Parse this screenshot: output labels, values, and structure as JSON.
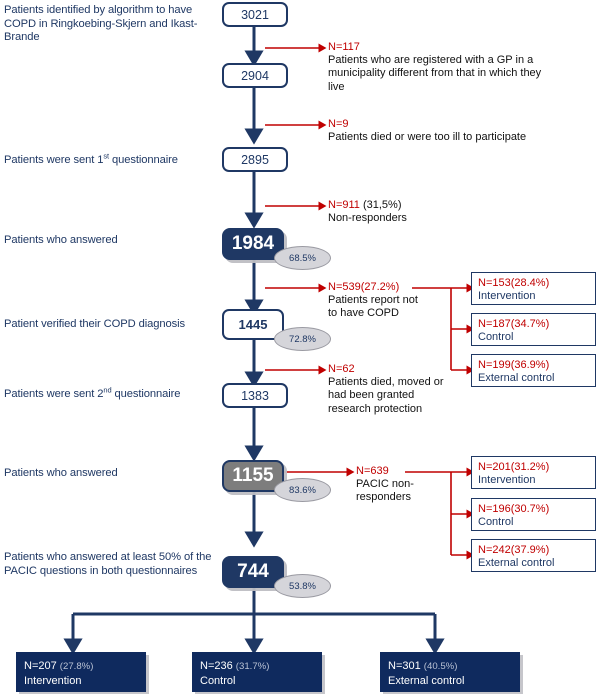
{
  "colors": {
    "navy": "#1f3864",
    "deep_navy": "#0f2a5e",
    "red": "#c00000",
    "gray_fill": "#7d7d7d",
    "badge_fill": "#d5d5da",
    "black": "#111111"
  },
  "left_labels": [
    {
      "id": "identified",
      "text": "Patients identified by algorithm to have COPD in Ringkoebing-Skjern and Ikast-Brande"
    },
    {
      "id": "sent-1st",
      "text": "Patients were sent 1st questionnaire",
      "pre": "Patients were sent 1",
      "sup": "st",
      "post": " questionnaire"
    },
    {
      "id": "answered-1",
      "text": "Patients who answered"
    },
    {
      "id": "verified",
      "text": "Patient verified their COPD diagnosis"
    },
    {
      "id": "sent-2nd",
      "text": "Patients were sent 2nd questionnaire",
      "pre": "Patients were sent 2",
      "sup": "nd",
      "post": " questionnaire"
    },
    {
      "id": "answered-2",
      "text": "Patients who answered"
    },
    {
      "id": "answered-50",
      "text": "Patients who answered at least 50% of the PACIC questions in both questionnaires"
    }
  ],
  "spine_boxes": [
    {
      "id": "box-3021",
      "value": "3021",
      "style": "outline"
    },
    {
      "id": "box-2904",
      "value": "2904",
      "style": "outline"
    },
    {
      "id": "box-2895",
      "value": "2895",
      "style": "outline"
    },
    {
      "id": "box-1984",
      "value": "1984",
      "style": "navy",
      "percent": "68.5%"
    },
    {
      "id": "box-1445",
      "value": "1445",
      "style": "outline-bold",
      "percent": "72.8%"
    },
    {
      "id": "box-1383",
      "value": "1383",
      "style": "outline"
    },
    {
      "id": "box-1155",
      "value": "1155",
      "style": "gray",
      "percent": "83.6%"
    },
    {
      "id": "box-744",
      "value": "744",
      "style": "navy",
      "percent": "53.8%"
    }
  ],
  "exclusions": [
    {
      "id": "excl-117",
      "n": "N=117",
      "pct": "",
      "desc": "Patients who are registered with a GP in a municipality different from that in which they live"
    },
    {
      "id": "excl-9",
      "n": "N=9",
      "pct": "",
      "desc": "Patients died or were too ill to participate"
    },
    {
      "id": "excl-911",
      "n": "N=911",
      "pct": " (31,5%)",
      "desc": "Non-responders"
    },
    {
      "id": "excl-539",
      "n": "N=539(27.2%)",
      "pct": "",
      "desc": "Patients report not to have COPD"
    },
    {
      "id": "excl-62",
      "n": "N=62",
      "pct": "",
      "desc": "Patients died, moved or had been granted research protection"
    },
    {
      "id": "excl-639",
      "n": "N=639",
      "pct": "",
      "desc": "PACIC non-responders"
    }
  ],
  "breakout_group_1": [
    {
      "id": "ob-153",
      "n": "N=153(28.4%)",
      "group": "Intervention"
    },
    {
      "id": "ob-187",
      "n": "N=187(34.7%)",
      "group": "Control"
    },
    {
      "id": "ob-199",
      "n": "N=199(36.9%)",
      "group": "External control"
    }
  ],
  "breakout_group_2": [
    {
      "id": "ob-201",
      "n": "N=201(31.2%)",
      "group": "Intervention"
    },
    {
      "id": "ob-196",
      "n": "N=196(30.7%)",
      "group": "Control"
    },
    {
      "id": "ob-242",
      "n": "N=242(37.9%)",
      "group": "External control"
    }
  ],
  "final_boxes": [
    {
      "id": "fb-207",
      "n": "N=207",
      "pct": "(27.8%)",
      "group": "Intervention"
    },
    {
      "id": "fb-236",
      "n": "N=236",
      "pct": "(31.7%)",
      "group": "Control"
    },
    {
      "id": "fb-301",
      "n": "N=301",
      "pct": "(40.5%)",
      "group": "External control"
    }
  ]
}
